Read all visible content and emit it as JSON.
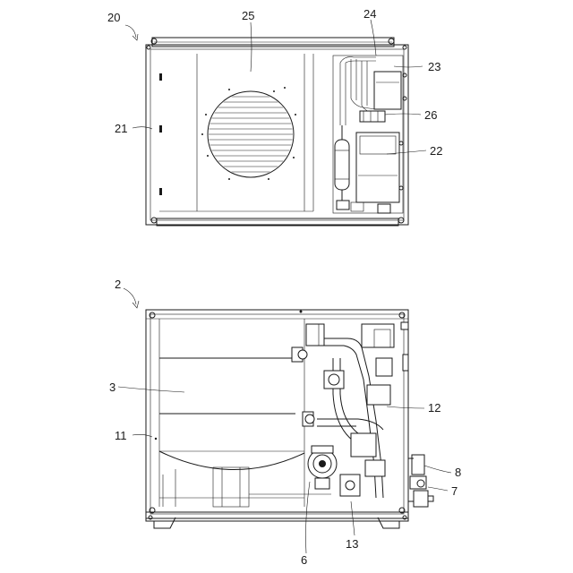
{
  "figure": {
    "labels": {
      "upper_unit": "20",
      "frame_upper": "21",
      "box_lower": "22",
      "box_upper": "23",
      "pipe_top": "24",
      "fan": "25",
      "pipe_mid": "26",
      "lower_unit": "2",
      "tank": "3",
      "frame_lower": "11",
      "pipe_right": "12",
      "pump_small": "13",
      "pump_main": "6",
      "valve": "7",
      "fitting": "8"
    },
    "colors": {
      "line": "#1a1a1a",
      "background": "#ffffff"
    }
  }
}
